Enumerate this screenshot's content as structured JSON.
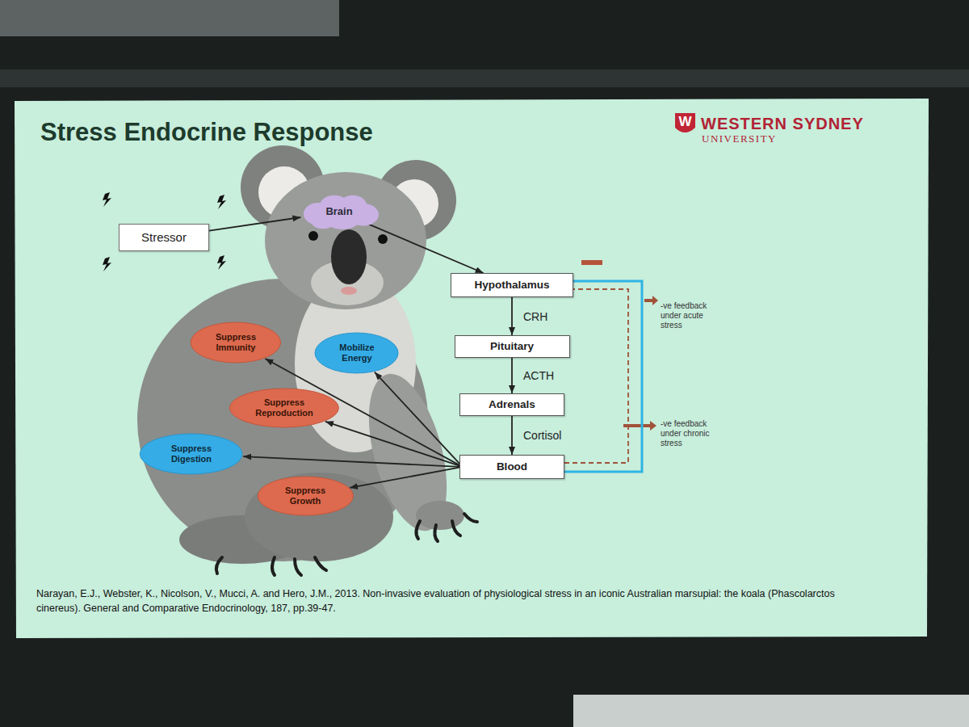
{
  "diagram": {
    "title": "Stress Endocrine Response",
    "caption": "Narayan, E.J., Webster, K., Nicolson, V., Mucci, A. and Hero, J.M., 2013. Non-invasive evaluation of physiological stress in an iconic Australian marsupial: the koala (Phascolarctos cinereus). General and Comparative Endocrinology, 187, pp.39-47.",
    "nodes": [
      {
        "text": [
          "Stressor"
        ]
      },
      {
        "text": [
          "Brain"
        ]
      },
      {
        "text": [
          "Hypothalamus"
        ]
      },
      {
        "text": [
          "Suppress Immunity"
        ]
      },
      {
        "text": [
          "Mobilize Energy"
        ]
      },
      {
        "text": [
          "Pituitary"
        ]
      },
      {
        "text": [
          "Adrenals"
        ]
      },
      {
        "text": [
          "Suppress Reproduction"
        ]
      },
      {
        "text": [
          "Suppress Digestion"
        ]
      },
      {
        "text": [
          "Blood"
        ]
      },
      {
        "text": [
          "Suppress Growth"
        ]
      }
    ],
    "edges": [
      {
        "from": 0,
        "to": 1,
        "arrow": "to"
      },
      {
        "from": 1,
        "to": 2,
        "arrow": "to"
      },
      {
        "from": 2,
        "to": 5,
        "label": "CRH",
        "arrow": "to"
      },
      {
        "from": 5,
        "to": 6,
        "label": "ACTH",
        "arrow": "to"
      },
      {
        "from": 6,
        "to": 9,
        "label": "Cortisol",
        "arrow": "to"
      },
      {
        "from": 9,
        "to": 3,
        "arrow": "to"
      },
      {
        "from": 9,
        "to": 4,
        "arrow": "to"
      },
      {
        "from": 9,
        "to": 7,
        "arrow": "to"
      },
      {
        "from": 9,
        "to": 8,
        "arrow": "to"
      },
      {
        "from": 9,
        "to": 10,
        "arrow": "to"
      },
      {
        "from": 9,
        "to": 2,
        "arrow": "none"
      },
      {
        "from": 9,
        "to": 2,
        "arrow": "none"
      }
    ],
    "labels": [
      "-ve feedback under acute stress",
      "-ve feedback under chronic stress",
      "W",
      "WESTERN SYDNEY",
      "UNIVERSITY"
    ]
  }
}
